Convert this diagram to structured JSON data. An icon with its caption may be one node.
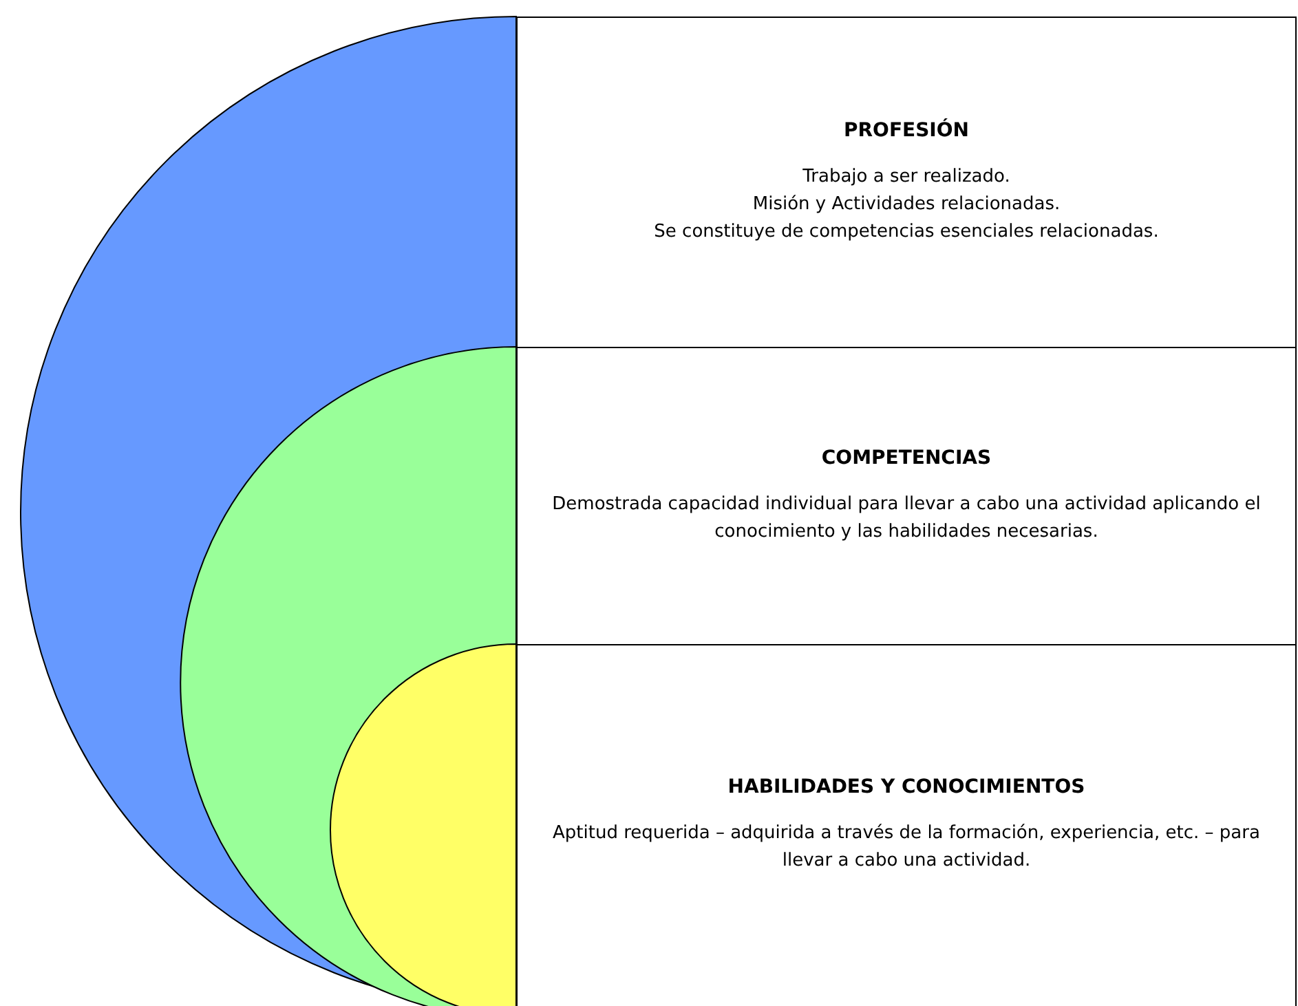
{
  "diagram": {
    "nodes": [
      {
        "text": [
          "PROFESIÓN",
          "Trabajo a ser realizado.",
          "Misión y Actividades relacionadas.",
          "Se constituye de competencias esenciales relacionadas."
        ]
      },
      {
        "text": [
          "COMPETENCIAS",
          "Demostrada capacidad individual para llevar a cabo una actividad aplicando el conocimiento y las habilidades necesarias."
        ]
      },
      {
        "text": [
          "HABILIDADES Y CONOCIMIENTOS",
          "Aptitud requerida – adquirida a través de la formación, experiencia, etc. – para llevar a cabo una actividad."
        ]
      }
    ]
  }
}
